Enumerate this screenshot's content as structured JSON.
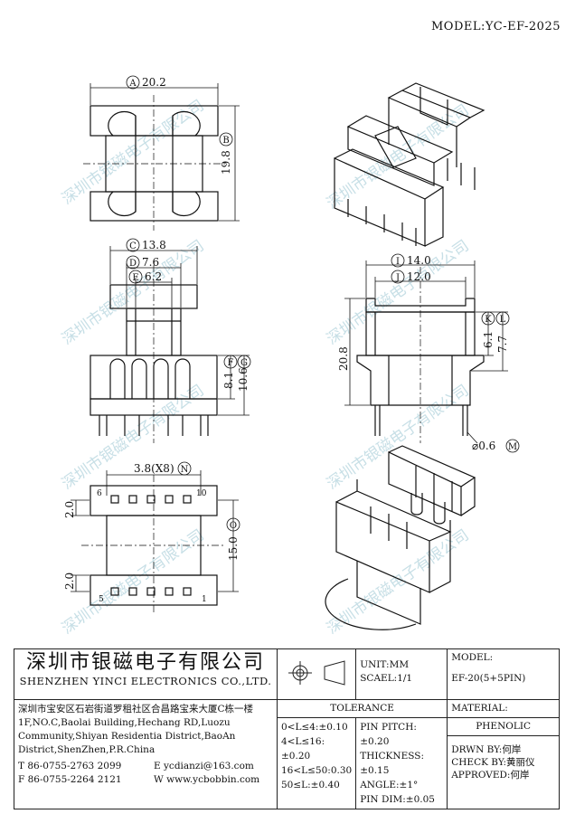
{
  "model_label": "MODEL:YC-EF-2025",
  "watermark": "深圳市银磁电子有限公司",
  "dims": {
    "A": {
      "letter": "A",
      "value": "20.2"
    },
    "B": {
      "letter": "B",
      "value": "19.8"
    },
    "C": {
      "letter": "C",
      "value": "13.8"
    },
    "D": {
      "letter": "D",
      "value": "7.6"
    },
    "E": {
      "letter": "E",
      "value": "6.2"
    },
    "F": {
      "letter": "F",
      "value": "8.1"
    },
    "G": {
      "letter": "G",
      "value": "10.6"
    },
    "I": {
      "letter": "I",
      "value": "14.0"
    },
    "J": {
      "letter": "J",
      "value": "12.0"
    },
    "K": {
      "letter": "K",
      "value": "6.1"
    },
    "L": {
      "letter": "L",
      "value": "7.7"
    },
    "H": {
      "value": "20.8"
    },
    "M": {
      "letter": "M",
      "value": "⌀0.6"
    },
    "N": {
      "letter": "N",
      "value": "3.8(X8)"
    },
    "O": {
      "letter": "O",
      "value": "15.0"
    },
    "P1": {
      "value": "2.0"
    },
    "P2": {
      "value": "2.0"
    }
  },
  "pins": {
    "top_left": "6",
    "top_right": "10",
    "bottom_left": "5",
    "bottom_right": "1"
  },
  "title_block": {
    "company_cn": "深圳市银磁电子有限公司",
    "company_en": "SHENZHEN YINCI ELECTRONICS CO.,LTD.",
    "address": [
      "深圳市宝安区石岩街道罗租社区合昌路宝来大厦C栋一楼",
      "1F,NO.C,Baolai Building,Hechang RD,Luozu",
      "Community,Shiyan Residentia District,BaoAn",
      "District,ShenZhen,P.R.China"
    ],
    "tel": "T 86-0755-2763 2099",
    "fax": "F 86-0755-2264 2121",
    "email": "E ycdianzi@163.com",
    "web": "W www.ycbobbin.com",
    "unit": "UNIT:MM",
    "scale": "SCAEL:1/1",
    "model_header": "MODEL:",
    "model_value": "EF-20(5+5PIN)",
    "tolerance_header": "TOLERANCE",
    "tol_left": [
      "0<L≤4:±0.10",
      "4<L≤16:±0.20",
      "16<L≤50:0.30",
      "50≤L:±0.40"
    ],
    "tol_right": [
      "PIN PITCH:±0.20",
      "THICKNESS:±0.15",
      "ANGLE:±1°",
      "PIN DIM:±0.05"
    ],
    "material_header": "MATERIAL:",
    "material_value": "PHENOLIC",
    "drawn_by": "DRWN BY:何岸",
    "check_by": "CHECK BY:黄丽仪",
    "approved": "APPROVED:何岸"
  }
}
